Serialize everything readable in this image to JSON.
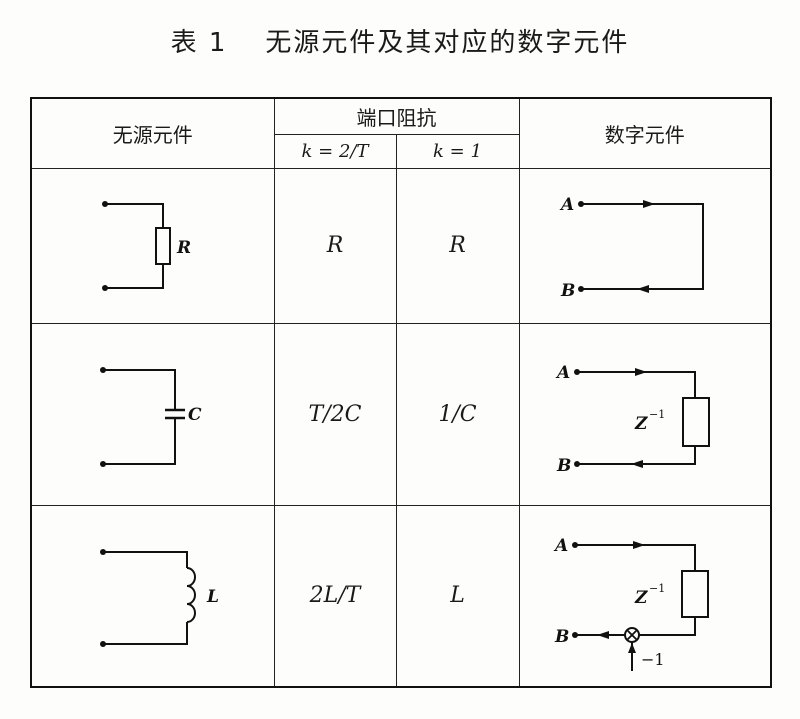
{
  "title": {
    "table_number": "表 1",
    "text": "无源元件及其对应的数字元件"
  },
  "header": {
    "col1": "无源元件",
    "col2_group": "端口阻抗",
    "col2a": "k = 2/T",
    "col2b": "k = 1",
    "col3": "数字元件"
  },
  "rows": [
    {
      "component_label": "R",
      "impedance_k_2T": "R",
      "impedance_k_1": "R",
      "digital": {
        "port_a": "A",
        "port_b": "B"
      }
    },
    {
      "component_label": "C",
      "impedance_k_2T": "T/2C",
      "impedance_k_1": "1/C",
      "digital": {
        "port_a": "A",
        "port_b": "B",
        "delay": "Z",
        "delay_exp": "−1"
      }
    },
    {
      "component_label": "L",
      "impedance_k_2T": "2L/T",
      "impedance_k_1": "L",
      "digital": {
        "port_a": "A",
        "port_b": "B",
        "delay": "Z",
        "delay_exp": "−1",
        "gain": "−1"
      }
    }
  ]
}
